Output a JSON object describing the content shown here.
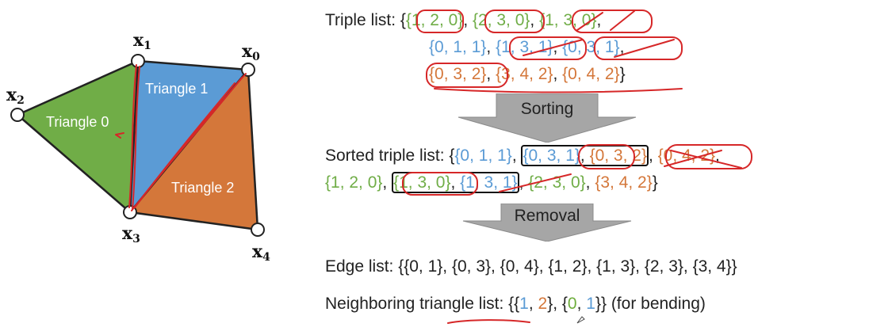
{
  "diagram": {
    "vertex_labels": [
      {
        "base": "x",
        "sub": "0"
      },
      {
        "base": "x",
        "sub": "1"
      },
      {
        "base": "x",
        "sub": "2"
      },
      {
        "base": "x",
        "sub": "3"
      },
      {
        "base": "x",
        "sub": "4"
      }
    ],
    "triangles": [
      {
        "label": "Triangle 0",
        "color": "#70ad47"
      },
      {
        "label": "Triangle 1",
        "color": "#5b9bd5"
      },
      {
        "label": "Triangle 2",
        "color": "#d4773a"
      }
    ]
  },
  "text": {
    "triple_prefix": "Triple list: {",
    "sorted_prefix": "Sorted triple list: {",
    "step_sort": "Sorting",
    "step_remove": "Removal",
    "edge_list": "Edge list: {{0, 1}, {0, 3}, {0, 4}, {1, 2}, {1, 3}, {2, 3},  {3, 4}}",
    "neighbor_prefix": "Neighboring triangle list: {{",
    "neighbor_a": "1",
    "neighbor_b": "2",
    "neighbor_c": "0",
    "neighbor_d": "1",
    "neighbor_suffix": "}} (for bending)"
  },
  "triples": [
    {
      "text": "{1, 2, 0}",
      "tri": 0
    },
    {
      "text": "{2, 3, 0}",
      "tri": 0
    },
    {
      "text": "{1, 3, 0}",
      "tri": 0
    },
    {
      "text": "{0, 1, 1}",
      "tri": 1
    },
    {
      "text": "{1, 3, 1}",
      "tri": 1
    },
    {
      "text": "{0, 3, 1}",
      "tri": 1
    },
    {
      "text": "{0, 3, 2}",
      "tri": 2
    },
    {
      "text": "{3, 4, 2}",
      "tri": 2
    },
    {
      "text": "{0, 4, 2}",
      "tri": 2
    }
  ],
  "sorted": [
    {
      "text": "{0, 1, 1}",
      "tri": 1
    },
    {
      "text": "{0, 3, 1}",
      "tri": 1
    },
    {
      "text": "{0, 3, 2}",
      "tri": 2
    },
    {
      "text": "{0, 4, 2}",
      "tri": 2
    },
    {
      "text": "{1, 2, 0}",
      "tri": 0
    },
    {
      "text": "{1, 3, 0}",
      "tri": 0
    },
    {
      "text": "{1, 3, 1}",
      "tri": 1
    },
    {
      "text": "{2, 3, 0}",
      "tri": 0
    },
    {
      "text": "{3, 4, 2}",
      "tri": 2
    }
  ]
}
